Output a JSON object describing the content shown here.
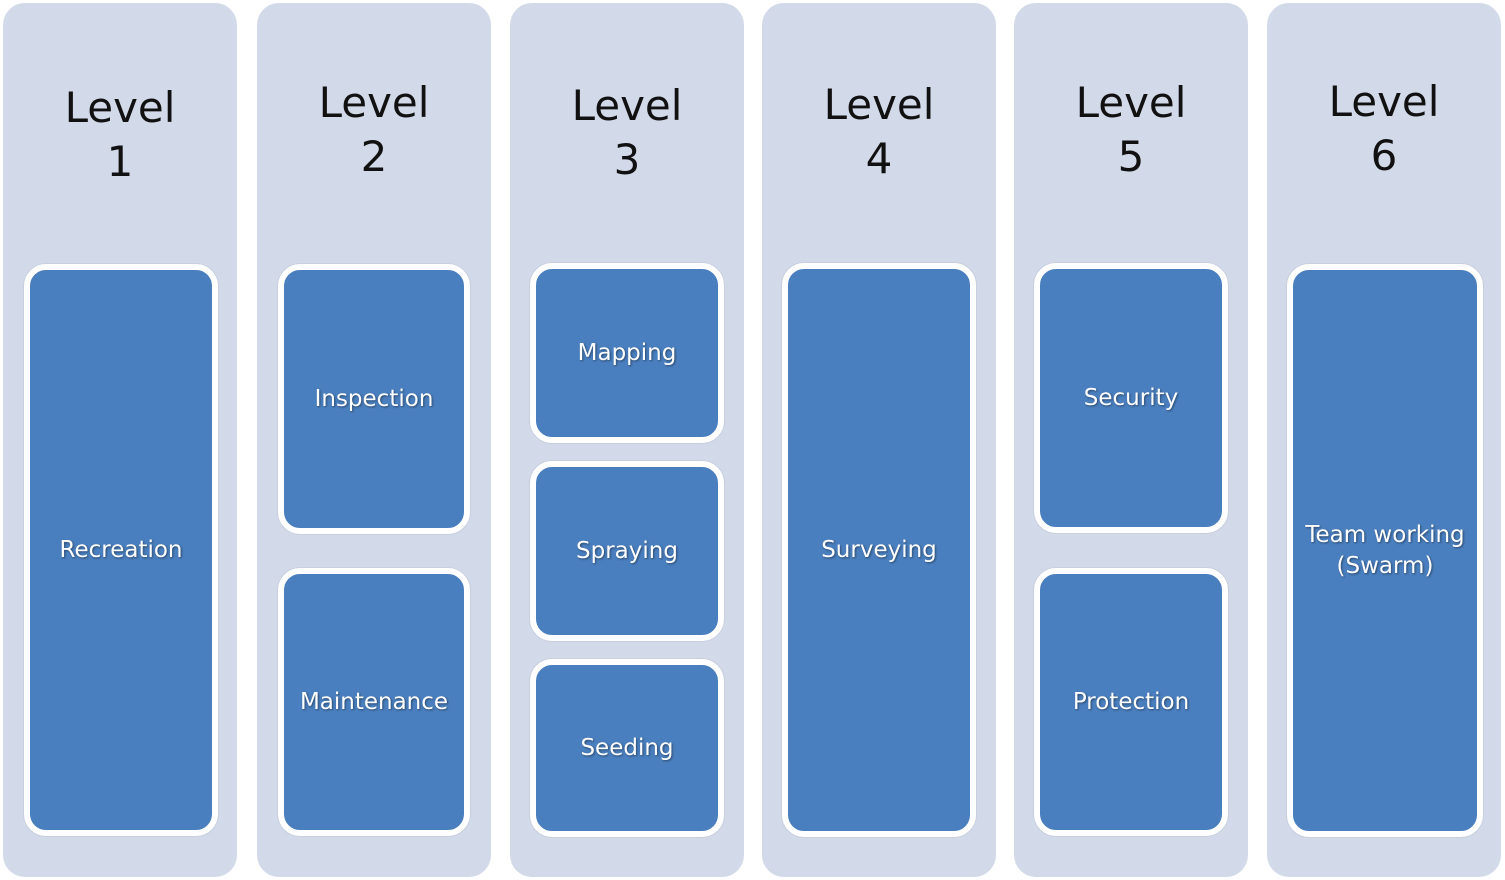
{
  "colors": {
    "column_bg": "#d2daea",
    "box_fill": "#4a7fbf",
    "box_border": "#ffffff",
    "title_text": "#111111",
    "box_text": "#ffffff"
  },
  "levels": [
    {
      "word": "Level",
      "number": "1",
      "items": [
        "Recreation"
      ]
    },
    {
      "word": "Level",
      "number": "2",
      "items": [
        "Inspection",
        "Maintenance"
      ]
    },
    {
      "word": "Level",
      "number": "3",
      "items": [
        "Mapping",
        "Spraying",
        "Seeding"
      ]
    },
    {
      "word": "Level",
      "number": "4",
      "items": [
        "Surveying"
      ]
    },
    {
      "word": "Level",
      "number": "5",
      "items": [
        "Security",
        "Protection"
      ]
    },
    {
      "word": "Level",
      "number": "6",
      "items": [
        "Team working (Swarm)"
      ]
    }
  ]
}
